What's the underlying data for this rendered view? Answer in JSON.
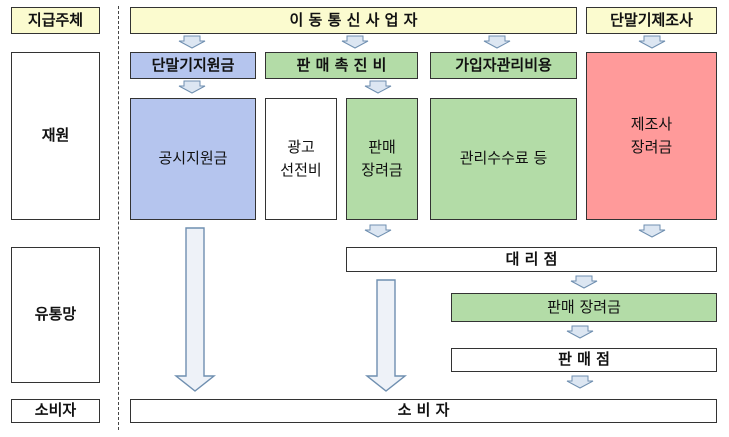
{
  "left_labels": {
    "payer": "지급주체",
    "funding": "재원",
    "channel": "유통망",
    "consumer": "소비자"
  },
  "payers": {
    "carrier": "이 동 통 신 사 업 자",
    "manufacturer": "단말기제조사"
  },
  "categories": {
    "device_subsidy": "단말기지원금",
    "sales_promotion": "판 매 촉 진 비",
    "subscriber_mgmt": "가입자관리비용"
  },
  "funds": {
    "public_subsidy": "공시지원금",
    "ad_promo": "광고\n선전비",
    "sales_incentive": "판매\n장려금",
    "mgmt_fee": "관리수수료 등",
    "manufacturer_incentive": "제조사\n장려금"
  },
  "channels": {
    "agency": "대 리 점",
    "agency_incentive": "판매 장려금",
    "retailer": "판 매 점"
  },
  "consumer_bar": "소 비 자",
  "colors": {
    "yellow": "#fbfbcf",
    "blue": "#b5c5ee",
    "green": "#b3dca7",
    "red": "#ff9a9a",
    "arrow": "#dce6f2",
    "arrow_stroke": "#6f8fb0"
  }
}
